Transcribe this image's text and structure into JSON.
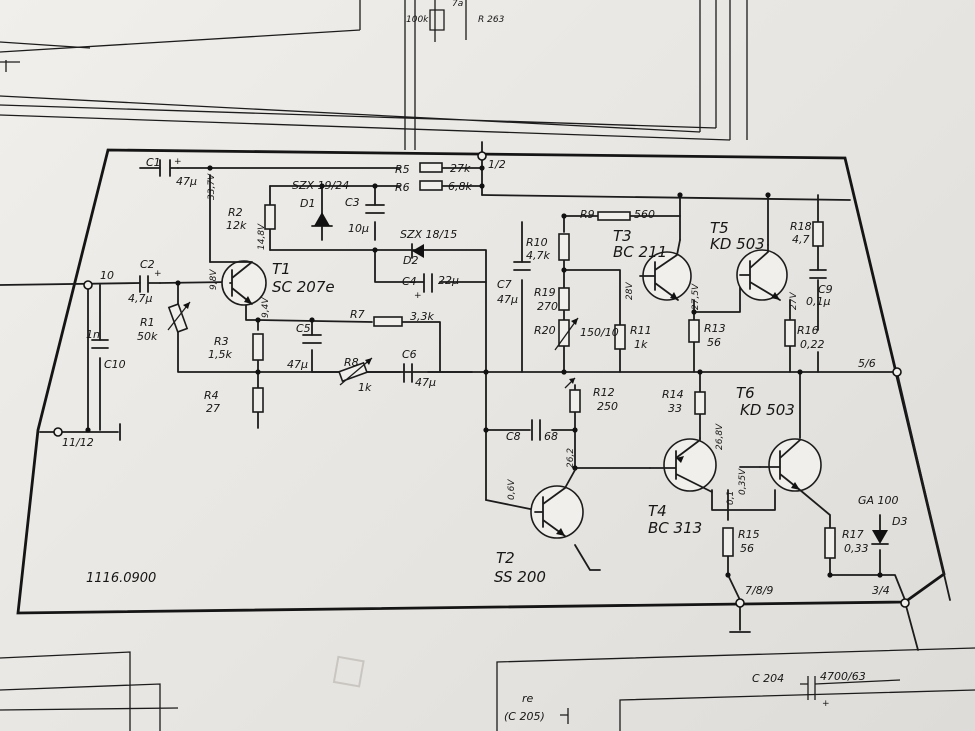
{
  "sheet": {
    "board_id": "1116.0900",
    "top": {
      "pot_value": "100k",
      "resistor": "R 263",
      "fragment": "7a"
    },
    "bottom": {
      "capacitor_label": "C 204",
      "capacitor_value": "4700/63",
      "plus": "+",
      "ref": "re",
      "ref_cap": "(C 205)"
    }
  },
  "terminals": {
    "t10": "10",
    "t11_12": "11/12",
    "t1_2": "1/2",
    "t5_6": "5/6",
    "t7_8_9": "7/8/9",
    "t3_4": "3/4"
  },
  "components": {
    "C1": {
      "name": "C1",
      "value": "47µ",
      "plus": "+"
    },
    "C2": {
      "name": "C2",
      "value": "4,7µ",
      "plus": "+"
    },
    "C3": {
      "name": "C3",
      "value": "10µ"
    },
    "C4": {
      "name": "C4",
      "value": "22µ",
      "plus": "+"
    },
    "C5": {
      "name": "C5",
      "value": "47µ"
    },
    "C6": {
      "name": "C6",
      "value": "47µ"
    },
    "C7": {
      "name": "C7",
      "value": "47µ"
    },
    "C8": {
      "name": "C8",
      "value": "68"
    },
    "C9": {
      "name": "C9",
      "value": "0,1µ"
    },
    "C10": {
      "name": "C10",
      "value": "1n"
    },
    "R1": {
      "name": "R1",
      "value": "50k"
    },
    "R2": {
      "name": "R2",
      "value": "12k"
    },
    "R3": {
      "name": "R3",
      "value": "1,5k"
    },
    "R4": {
      "name": "R4",
      "value": "27"
    },
    "R5": {
      "name": "R5",
      "value": "27k"
    },
    "R6": {
      "name": "R6",
      "value": "6,8k"
    },
    "R7": {
      "name": "R7",
      "value": "3,3k"
    },
    "R8": {
      "name": "R8",
      "value": "1k"
    },
    "R9": {
      "name": "R9",
      "value": "560"
    },
    "R10": {
      "name": "R10",
      "value": "4,7k"
    },
    "R11": {
      "name": "R11",
      "value": "1k"
    },
    "R12": {
      "name": "R12",
      "value": "250"
    },
    "R13": {
      "name": "R13",
      "value": "56"
    },
    "R14": {
      "name": "R14",
      "value": "33"
    },
    "R15": {
      "name": "R15",
      "value": "56"
    },
    "R16": {
      "name": "R16",
      "value": "0,22"
    },
    "R17": {
      "name": "R17",
      "value": "0,33"
    },
    "R18": {
      "name": "R18",
      "value": "4,7"
    },
    "R19": {
      "name": "R19",
      "value": "270"
    },
    "R20": {
      "name": "R20",
      "value": "150/10"
    },
    "D1": {
      "name": "D1",
      "type": "SZX 19/24"
    },
    "D2": {
      "name": "D2",
      "type": "SZX 18/15"
    },
    "D3": {
      "name": "D3",
      "type": "GA 100"
    },
    "T1": {
      "name": "T1",
      "type": "SC 207e"
    },
    "T2": {
      "name": "T2",
      "type": "SS 200"
    },
    "T3": {
      "name": "T3",
      "type": "BC 211"
    },
    "T4": {
      "name": "T4",
      "type": "BC 313"
    },
    "T5": {
      "name": "T5",
      "type": "KD 503"
    },
    "T6": {
      "name": "T6",
      "type": "KD 503"
    }
  },
  "voltages": {
    "v1": "33,7V",
    "v2": "14,8V",
    "v3": "9,8V",
    "v4": "9,4V",
    "v5": "28V",
    "v6": "27,5V",
    "v7": "27V",
    "v8": "26,8V",
    "v9": "26,2",
    "v10": "0,6V",
    "v11": "0,1",
    "v12": "0,35V"
  }
}
